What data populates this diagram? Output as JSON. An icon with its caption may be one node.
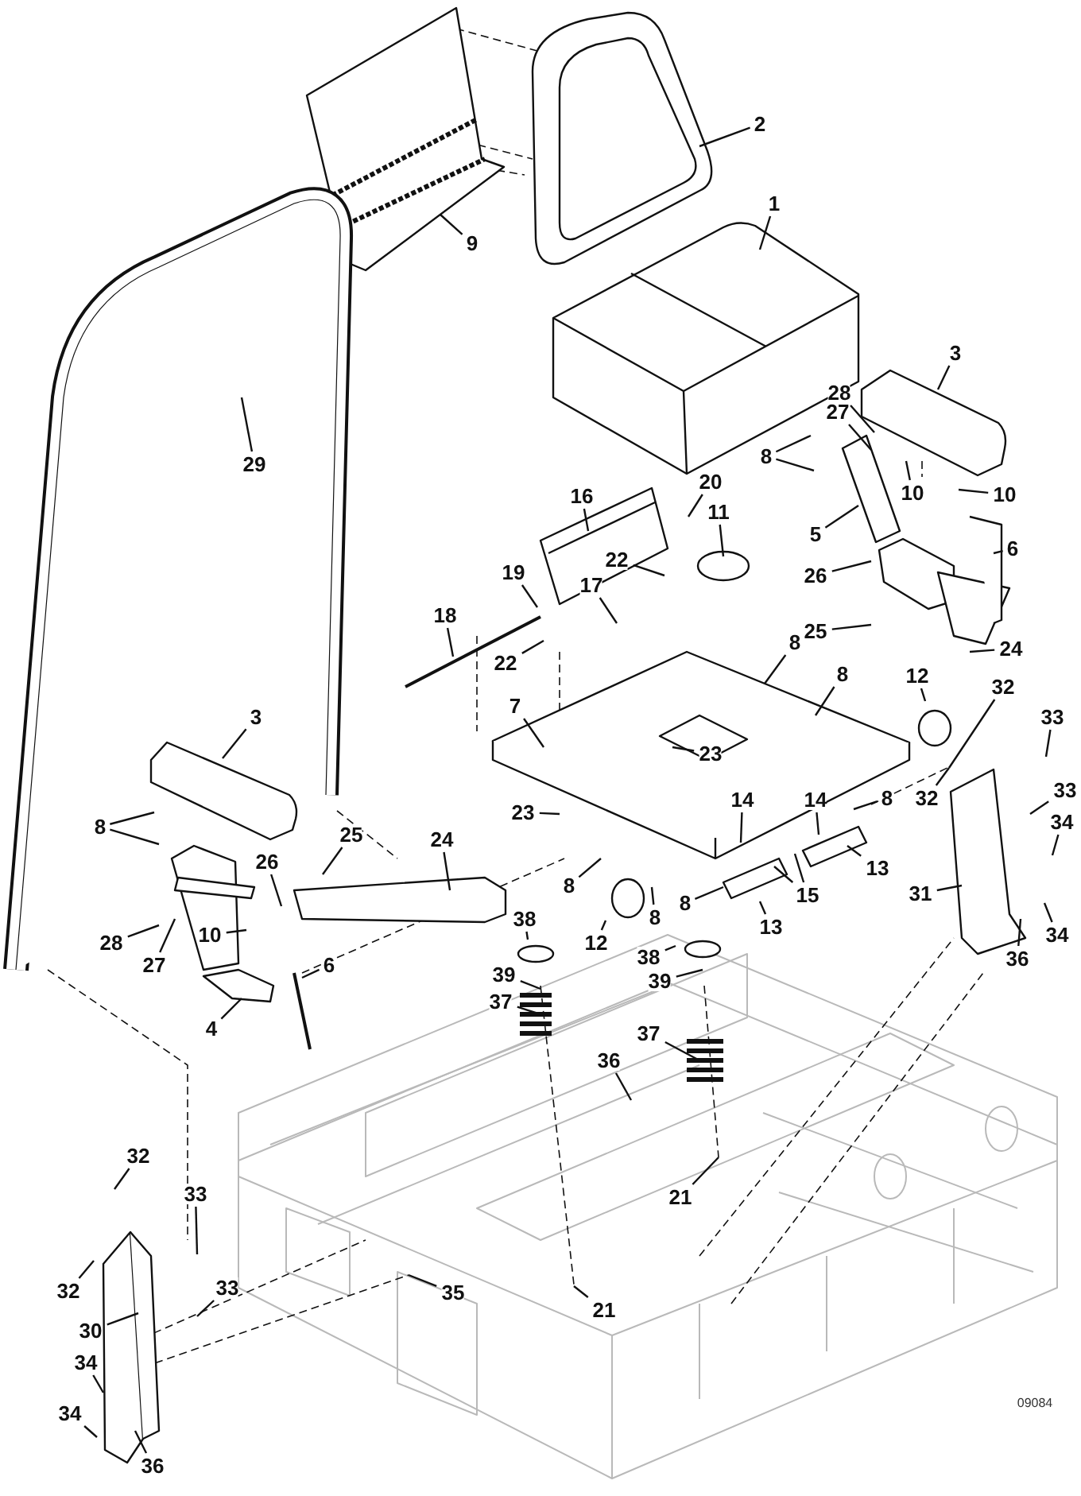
{
  "diagram": {
    "nodes": [
      {
        "text": [
          "1"
        ]
      },
      {
        "text": [
          "2"
        ]
      },
      {
        "text": [
          "9"
        ]
      },
      {
        "text": [
          "3"
        ]
      },
      {
        "text": [
          "29"
        ]
      },
      {
        "text": [
          "28"
        ]
      },
      {
        "text": [
          "27"
        ]
      },
      {
        "text": [
          "8"
        ]
      },
      {
        "text": [
          "10"
        ]
      },
      {
        "text": [
          "10"
        ]
      },
      {
        "text": [
          "5"
        ]
      },
      {
        "text": [
          "6"
        ]
      },
      {
        "text": [
          "16"
        ]
      },
      {
        "text": [
          "20"
        ]
      },
      {
        "text": [
          "22"
        ]
      },
      {
        "text": [
          "11"
        ]
      },
      {
        "text": [
          "19"
        ]
      },
      {
        "text": [
          "17"
        ]
      },
      {
        "text": [
          "18"
        ]
      },
      {
        "text": [
          "22"
        ]
      },
      {
        "text": [
          "26"
        ]
      },
      {
        "text": [
          "8"
        ]
      },
      {
        "text": [
          "25"
        ]
      },
      {
        "text": [
          "24"
        ]
      },
      {
        "text": [
          "8"
        ]
      },
      {
        "text": [
          "7"
        ]
      },
      {
        "text": [
          "12"
        ]
      },
      {
        "text": [
          "32"
        ]
      },
      {
        "text": [
          "23"
        ]
      },
      {
        "text": [
          "33"
        ]
      },
      {
        "text": [
          "3"
        ]
      },
      {
        "text": [
          "25"
        ]
      },
      {
        "text": [
          "24"
        ]
      },
      {
        "text": [
          "8"
        ]
      },
      {
        "text": [
          "26"
        ]
      },
      {
        "text": [
          "23"
        ]
      },
      {
        "text": [
          "32"
        ]
      },
      {
        "text": [
          "14"
        ]
      },
      {
        "text": [
          "14"
        ]
      },
      {
        "text": [
          "8"
        ]
      },
      {
        "text": [
          "33"
        ]
      },
      {
        "text": [
          "34"
        ]
      },
      {
        "text": [
          "31"
        ]
      },
      {
        "text": [
          "13"
        ]
      },
      {
        "text": [
          "8"
        ]
      },
      {
        "text": [
          "8"
        ]
      },
      {
        "text": [
          "8"
        ]
      },
      {
        "text": [
          "15"
        ]
      },
      {
        "text": [
          "13"
        ]
      },
      {
        "text": [
          "12"
        ]
      },
      {
        "text": [
          "38"
        ]
      },
      {
        "text": [
          "39"
        ]
      },
      {
        "text": [
          "37"
        ]
      },
      {
        "text": [
          "36"
        ]
      },
      {
        "text": [
          "34"
        ]
      },
      {
        "text": [
          "36"
        ]
      },
      {
        "text": [
          "38"
        ]
      },
      {
        "text": [
          "39"
        ]
      },
      {
        "text": [
          "37"
        ]
      },
      {
        "text": [
          "28"
        ]
      },
      {
        "text": [
          "27"
        ]
      },
      {
        "text": [
          "10"
        ]
      },
      {
        "text": [
          "6"
        ]
      },
      {
        "text": [
          "4"
        ]
      },
      {
        "text": [
          "21"
        ]
      },
      {
        "text": [
          "32"
        ]
      },
      {
        "text": [
          "33"
        ]
      },
      {
        "text": [
          "32"
        ]
      },
      {
        "text": [
          "33"
        ]
      },
      {
        "text": [
          "30"
        ]
      },
      {
        "text": [
          "35"
        ]
      },
      {
        "text": [
          "21"
        ]
      },
      {
        "text": [
          "34"
        ]
      },
      {
        "text": [
          "34"
        ]
      },
      {
        "text": [
          "36"
        ]
      }
    ],
    "edges": [
      {
        "from": 0,
        "to": null,
        "arrow": "none"
      },
      {
        "from": 1,
        "to": null,
        "arrow": "none"
      },
      {
        "from": 2,
        "to": null,
        "arrow": "none"
      },
      {
        "from": 3,
        "to": null,
        "arrow": "none"
      },
      {
        "from": 4,
        "to": null,
        "arrow": "none"
      },
      {
        "from": 5,
        "to": null,
        "arrow": "none"
      },
      {
        "from": 6,
        "to": null,
        "arrow": "none"
      },
      {
        "from": 7,
        "to": null,
        "arrow": "none"
      },
      {
        "from": 7,
        "to": null,
        "arrow": "none"
      },
      {
        "from": 8,
        "to": null,
        "arrow": "none"
      },
      {
        "from": 9,
        "to": null,
        "arrow": "none"
      },
      {
        "from": 10,
        "to": null,
        "arrow": "none"
      },
      {
        "from": 11,
        "to": null,
        "arrow": "none"
      },
      {
        "from": 12,
        "to": null,
        "arrow": "none"
      },
      {
        "from": 13,
        "to": null,
        "arrow": "none"
      },
      {
        "from": 14,
        "to": null,
        "arrow": "none"
      },
      {
        "from": 15,
        "to": null,
        "arrow": "none"
      },
      {
        "from": 16,
        "to": null,
        "arrow": "none"
      },
      {
        "from": 17,
        "to": null,
        "arrow": "none"
      },
      {
        "from": 18,
        "to": null,
        "arrow": "none"
      },
      {
        "from": 19,
        "to": null,
        "arrow": "none"
      },
      {
        "from": 20,
        "to": null,
        "arrow": "none"
      },
      {
        "from": 21,
        "to": null,
        "arrow": "none"
      },
      {
        "from": 22,
        "to": null,
        "arrow": "none"
      },
      {
        "from": 23,
        "to": null,
        "arrow": "none"
      },
      {
        "from": 24,
        "to": null,
        "arrow": "none"
      },
      {
        "from": 25,
        "to": null,
        "arrow": "none"
      },
      {
        "from": 26,
        "to": null,
        "arrow": "none"
      },
      {
        "from": 27,
        "to": null,
        "arrow": "none"
      },
      {
        "from": 28,
        "to": null,
        "arrow": "none"
      },
      {
        "from": 29,
        "to": null,
        "arrow": "none"
      },
      {
        "from": 30,
        "to": null,
        "arrow": "none"
      },
      {
        "from": 31,
        "to": null,
        "arrow": "none"
      },
      {
        "from": 32,
        "to": null,
        "arrow": "none"
      },
      {
        "from": 33,
        "to": null,
        "arrow": "none"
      },
      {
        "from": 33,
        "to": null,
        "arrow": "none"
      },
      {
        "from": 34,
        "to": null,
        "arrow": "none"
      },
      {
        "from": 35,
        "to": null,
        "arrow": "none"
      },
      {
        "from": 36,
        "to": null,
        "arrow": "none"
      },
      {
        "from": 37,
        "to": null,
        "arrow": "none"
      },
      {
        "from": 38,
        "to": null,
        "arrow": "none"
      },
      {
        "from": 39,
        "to": null,
        "arrow": "none"
      },
      {
        "from": 40,
        "to": null,
        "arrow": "none"
      },
      {
        "from": 41,
        "to": null,
        "arrow": "none"
      },
      {
        "from": 42,
        "to": null,
        "arrow": "none"
      },
      {
        "from": 43,
        "to": null,
        "arrow": "none"
      },
      {
        "from": 44,
        "to": null,
        "arrow": "none"
      },
      {
        "from": 45,
        "to": null,
        "arrow": "none"
      },
      {
        "from": 46,
        "to": null,
        "arrow": "none"
      },
      {
        "from": 47,
        "to": null,
        "arrow": "none"
      },
      {
        "from": 47,
        "to": null,
        "arrow": "none"
      },
      {
        "from": 48,
        "to": null,
        "arrow": "none"
      },
      {
        "from": 49,
        "to": null,
        "arrow": "none"
      },
      {
        "from": 50,
        "to": null,
        "arrow": "none"
      },
      {
        "from": 51,
        "to": null,
        "arrow": "none"
      },
      {
        "from": 52,
        "to": null,
        "arrow": "none"
      },
      {
        "from": 53,
        "to": null,
        "arrow": "none"
      },
      {
        "from": 54,
        "to": null,
        "arrow": "none"
      },
      {
        "from": 55,
        "to": null,
        "arrow": "none"
      },
      {
        "from": 56,
        "to": null,
        "arrow": "none"
      },
      {
        "from": 57,
        "to": null,
        "arrow": "none"
      },
      {
        "from": 58,
        "to": null,
        "arrow": "none"
      },
      {
        "from": 59,
        "to": null,
        "arrow": "none"
      },
      {
        "from": 60,
        "to": null,
        "arrow": "none"
      },
      {
        "from": 61,
        "to": null,
        "arrow": "none"
      },
      {
        "from": 62,
        "to": null,
        "arrow": "none"
      },
      {
        "from": 63,
        "to": null,
        "arrow": "none"
      },
      {
        "from": 64,
        "to": null,
        "arrow": "none"
      },
      {
        "from": 65,
        "to": null,
        "arrow": "none"
      },
      {
        "from": 66,
        "to": null,
        "arrow": "none"
      },
      {
        "from": 67,
        "to": null,
        "arrow": "none"
      },
      {
        "from": 68,
        "to": null,
        "arrow": "none"
      },
      {
        "from": 69,
        "to": null,
        "arrow": "none"
      },
      {
        "from": 70,
        "to": null,
        "arrow": "none"
      },
      {
        "from": 71,
        "to": null,
        "arrow": "none"
      },
      {
        "from": 72,
        "to": null,
        "arrow": "none"
      },
      {
        "from": 73,
        "to": null,
        "arrow": "none"
      },
      {
        "from": 74,
        "to": null,
        "arrow": "none"
      }
    ],
    "labels": [
      "09084"
    ]
  }
}
